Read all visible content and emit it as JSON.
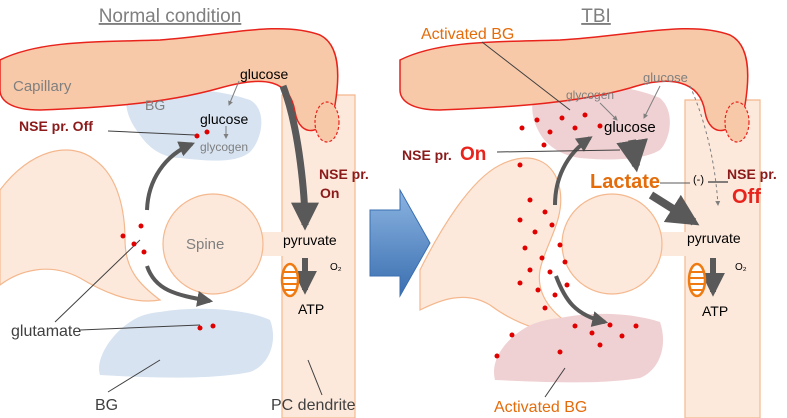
{
  "left_panel": {
    "title": "Normal condition",
    "capillary": "Capillary",
    "bg_label": "BG",
    "glucose_top": "glucose",
    "glucose_bg": "glucose",
    "glycogen": "glycogen",
    "nse_off": "NSE pr. Off",
    "nse_on_line1": "NSE pr.",
    "nse_on_line2": "On",
    "spine": "Spine",
    "pyruvate": "pyruvate",
    "o2": "O₂",
    "atp": "ATP",
    "glutamate": "glutamate",
    "bg_bottom": "BG",
    "pc_dendrite": "PC dendrite"
  },
  "right_panel": {
    "title": "TBI",
    "activated_bg_top": "Activated BG",
    "glycogen": "glycogen",
    "glucose_small": "glucose",
    "glucose": "glucose",
    "nse_on_prefix": "NSE pr.",
    "nse_on_suffix": "On",
    "lactate": "Lactate",
    "inhibit": "(-)",
    "nse_off_line1": "NSE pr.",
    "nse_off_line2": "Off",
    "pyruvate": "pyruvate",
    "o2": "O₂",
    "atp": "ATP",
    "activated_bg_bottom": "Activated BG"
  },
  "colors": {
    "capillary_fill": "#f8c9a9",
    "capillary_stroke": "#e8231c",
    "bg_fill": "#d7e3f1",
    "activated_bg_fill": "#f0d1d3",
    "neuron_fill": "#fde9dc",
    "neuron_stroke": "#f4b88e",
    "dark_red": "#8b1a1a",
    "bright_red": "#e8231c",
    "orange": "#e46c0a",
    "arrow_gray": "#595959",
    "mito": "#f07a12",
    "dot": "#e00000",
    "big_arrow": "#4f86c6"
  },
  "icons": [
    "mitochondrion-icon",
    "transition-arrow-icon"
  ]
}
